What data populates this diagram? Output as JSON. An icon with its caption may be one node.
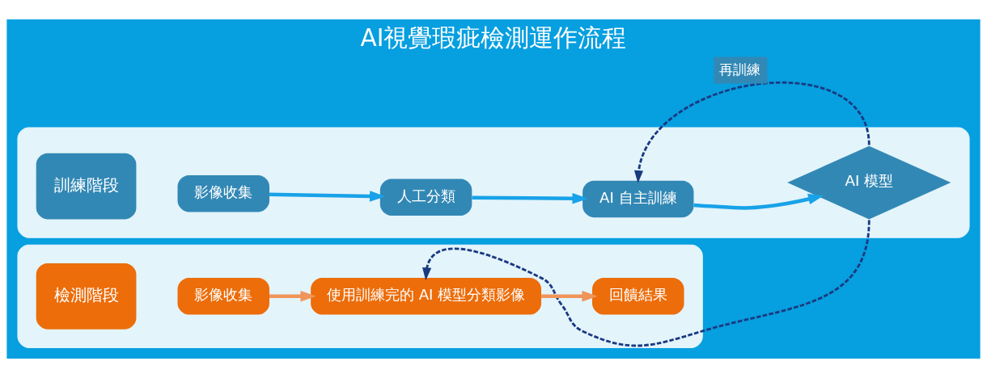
{
  "diagram": {
    "title": "AI視覺瑕疵檢測運作流程",
    "nodes": [
      {
        "text": [],
        "shape": "box"
      },
      {
        "text": [
          "訓練階段"
        ],
        "in": 0
      },
      {
        "text": [
          "影像收集"
        ],
        "in": 0
      },
      {
        "text": [
          "人工分類"
        ],
        "in": 0
      },
      {
        "text": [
          "AI 自主訓練"
        ],
        "in": 0
      },
      {
        "text": [
          "AI 模型"
        ],
        "in": 0
      },
      {
        "text": [],
        "shape": "box"
      },
      {
        "text": [
          "檢測階段"
        ],
        "in": 6
      },
      {
        "text": [
          "影像收集"
        ],
        "in": 6
      },
      {
        "text": [
          "使用訓練完的 AI 模型分類影像"
        ],
        "in": 6
      },
      {
        "text": [
          "回饋結果"
        ],
        "in": 6
      }
    ],
    "edges": [
      {
        "from": 2,
        "to": 3,
        "arrow": "to"
      },
      {
        "from": 3,
        "to": 4,
        "arrow": "to"
      },
      {
        "from": 4,
        "to": 5,
        "arrow": "to"
      },
      {
        "from": 5,
        "to": 4,
        "arrow": "to",
        "label": "再訓練",
        "style": "dashed",
        "color": "#1a3a80"
      },
      {
        "from": 5,
        "to": 9,
        "arrow": "to",
        "style": "dashed",
        "color": "#1a3a80"
      },
      {
        "from": 8,
        "to": 9,
        "arrow": "to",
        "color": "#f0955a"
      },
      {
        "from": 9,
        "to": 10,
        "arrow": "to",
        "color": "#f0955a"
      }
    ]
  }
}
